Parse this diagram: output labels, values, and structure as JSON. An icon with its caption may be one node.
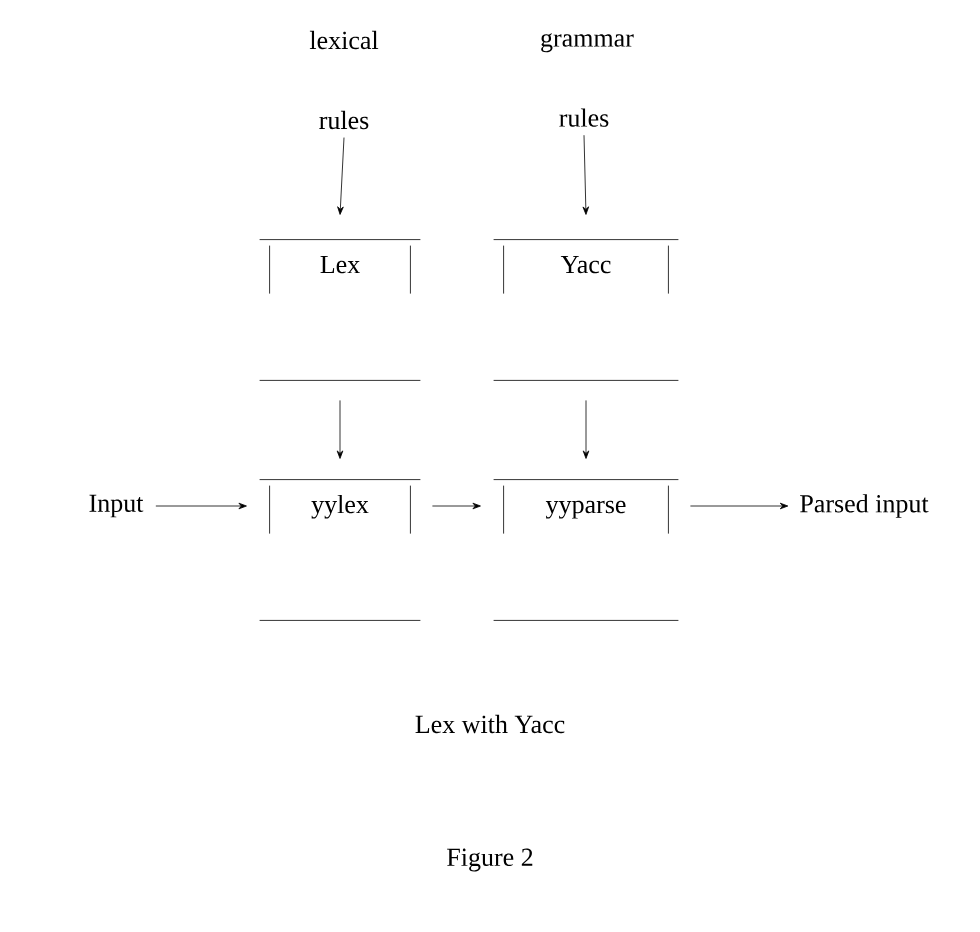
{
  "diagram": {
    "caption": "Lex with Yacc",
    "nodes": [
      {
        "text": [
          "lexical rules"
        ]
      },
      {
        "text": [
          "grammar rules"
        ]
      },
      {
        "text": [
          "Lex"
        ]
      },
      {
        "text": [
          "Yacc"
        ]
      },
      {
        "text": [
          "yylex"
        ]
      },
      {
        "text": [
          "yyparse"
        ]
      },
      {
        "text": [
          "Input"
        ]
      },
      {
        "text": [
          "Parsed input"
        ]
      }
    ],
    "edges": [
      {
        "from": 0,
        "to": 2,
        "arrow": "to"
      },
      {
        "from": 1,
        "to": 3,
        "arrow": "to"
      },
      {
        "from": 2,
        "to": 4,
        "arrow": "to"
      },
      {
        "from": 3,
        "to": 5,
        "arrow": "to"
      },
      {
        "from": 6,
        "to": 4,
        "arrow": "to"
      },
      {
        "from": 4,
        "to": 5,
        "arrow": "to"
      },
      {
        "from": 5,
        "to": 7,
        "arrow": "to"
      }
    ],
    "labels": [
      "Figure 2"
    ]
  }
}
